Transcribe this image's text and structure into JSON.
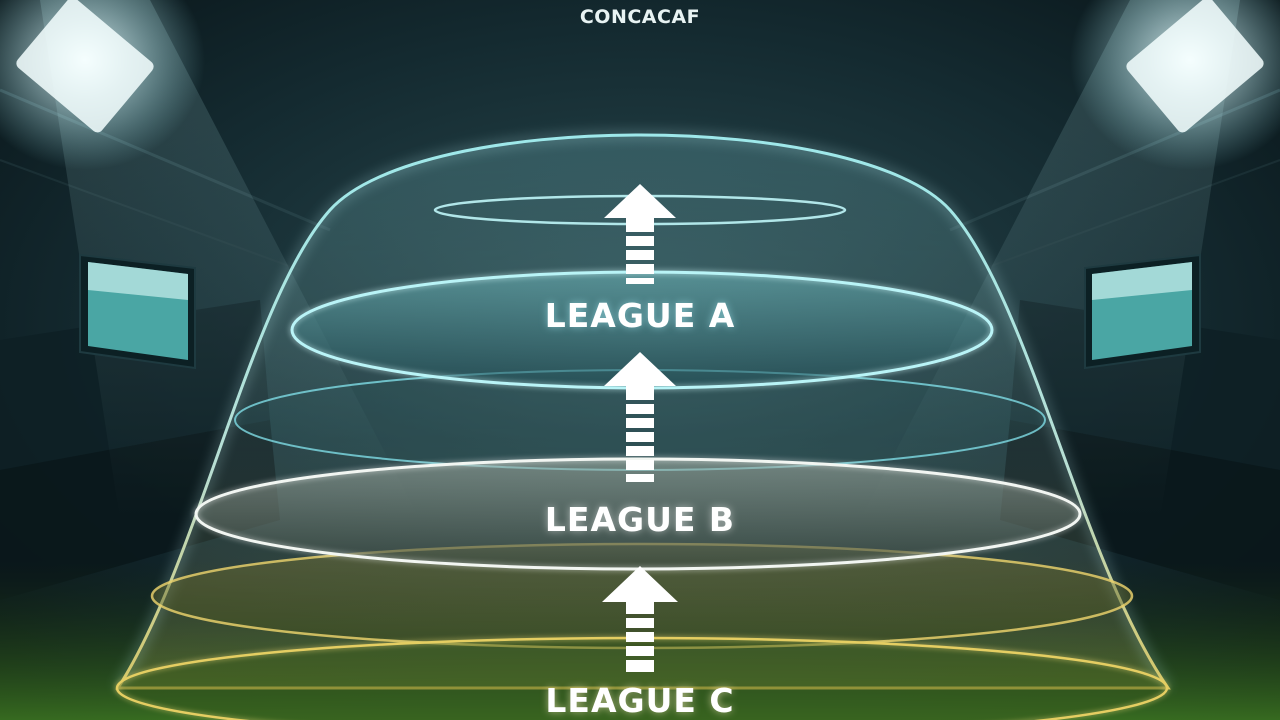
{
  "brand": "CONCACAF",
  "tiers": [
    {
      "label": "LEAGUE A",
      "color": "#8fe6ee"
    },
    {
      "label": "LEAGUE B",
      "color": "#e9eee8"
    },
    {
      "label": "LEAGUE C",
      "color": "#e7cf6a"
    }
  ],
  "colors": {
    "background": "#0b1a1f",
    "pitch": "#2e5a18",
    "glow": "#9ff0f2",
    "arrow": "#ffffff"
  },
  "icons": [
    "up-arrow-icon",
    "stadium-light-icon",
    "scoreboard-icon"
  ]
}
